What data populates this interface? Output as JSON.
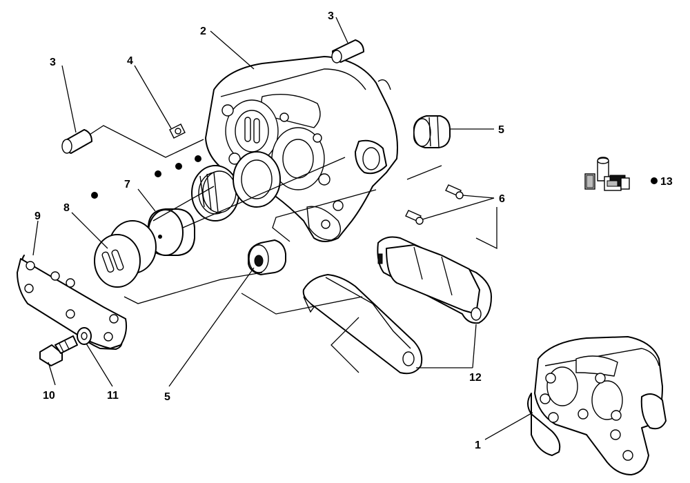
{
  "diagram": {
    "callouts": {
      "c1": "1",
      "c2": "2",
      "c3a": "3",
      "c3b": "3",
      "c4": "4",
      "c5a": "5",
      "c5b": "5",
      "c6": "6",
      "c7": "7",
      "c8": "8",
      "c9": "9",
      "c10": "10",
      "c11": "11",
      "c12": "12",
      "c13": "13"
    },
    "kit_marker": "●",
    "colors": {
      "line": "#000000",
      "background": "#ffffff"
    }
  }
}
